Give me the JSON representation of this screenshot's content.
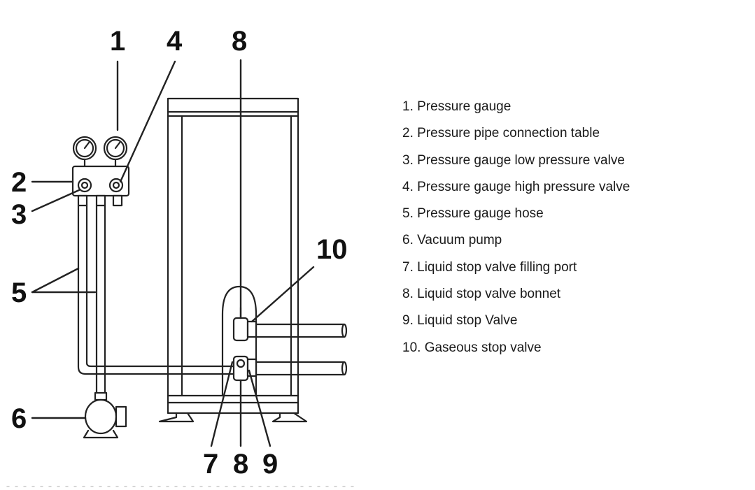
{
  "callouts": {
    "c1": "1",
    "c2": "2",
    "c3": "3",
    "c4": "4",
    "c5": "5",
    "c6": "6",
    "c7": "7",
    "c8_top": "8",
    "c8_bottom": "8",
    "c9": "9",
    "c10": "10"
  },
  "legend": [
    "1. Pressure gauge",
    "2. Pressure pipe connection table",
    "3. Pressure gauge low pressure valve",
    "4. Pressure gauge high pressure valve",
    "5. Pressure gauge hose",
    "6. Vacuum pump",
    "7. Liquid stop valve filling port",
    "8. Liquid stop valve bonnet",
    "9. Liquid stop Valve",
    "10. Gaseous stop valve"
  ]
}
